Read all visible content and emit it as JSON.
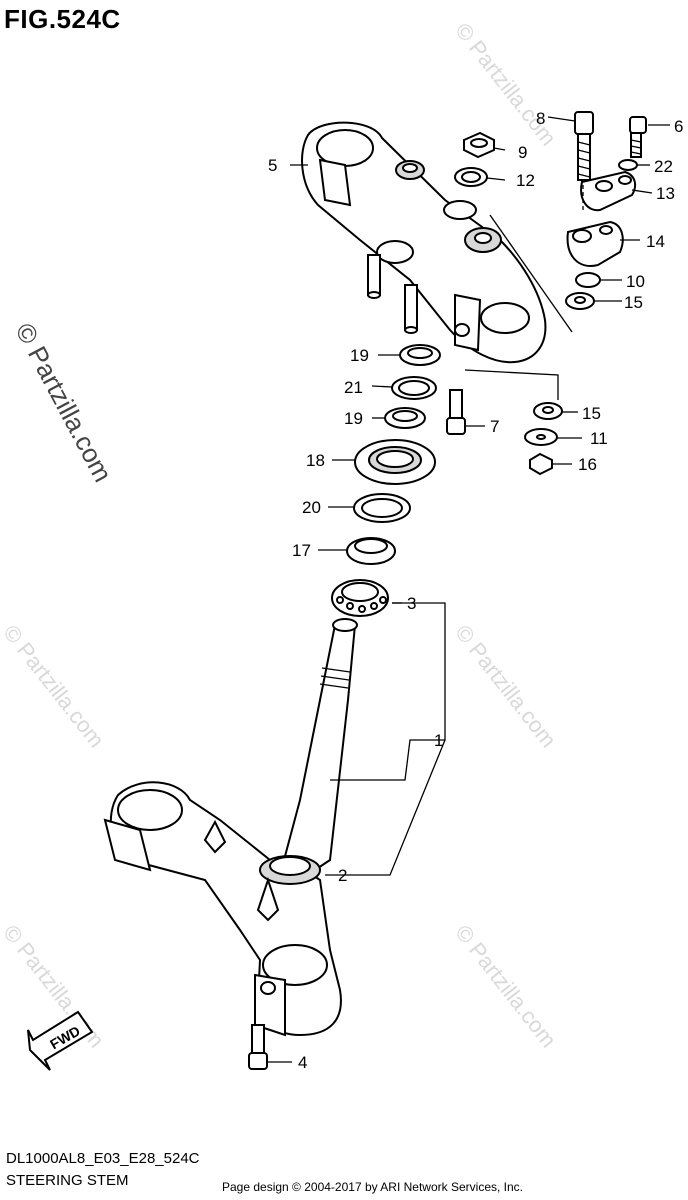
{
  "figure_title": "FIG.524C",
  "diagram_code": "DL1000AL8_E03_E28_524C",
  "diagram_name": "STEERING STEM",
  "footer": "Page design © 2004-2017 by ARI Network Services, Inc.",
  "watermark_main": "© Partzilla.com",
  "watermark_faint": "© Partzilla.com",
  "fwd_label": "FWD",
  "callouts": {
    "c1": "1",
    "c2": "2",
    "c3": "3",
    "c4": "4",
    "c5": "5",
    "c6": "6",
    "c7": "7",
    "c8": "8",
    "c9": "9",
    "c10": "10",
    "c11": "11",
    "c12": "12",
    "c13": "13",
    "c14": "14",
    "c15a": "15",
    "c15b": "15",
    "c16": "16",
    "c17": "17",
    "c18": "18",
    "c19a": "19",
    "c19b": "19",
    "c20": "20",
    "c21": "21",
    "c22": "22"
  },
  "icons": [
    "fwd-arrow-icon"
  ]
}
